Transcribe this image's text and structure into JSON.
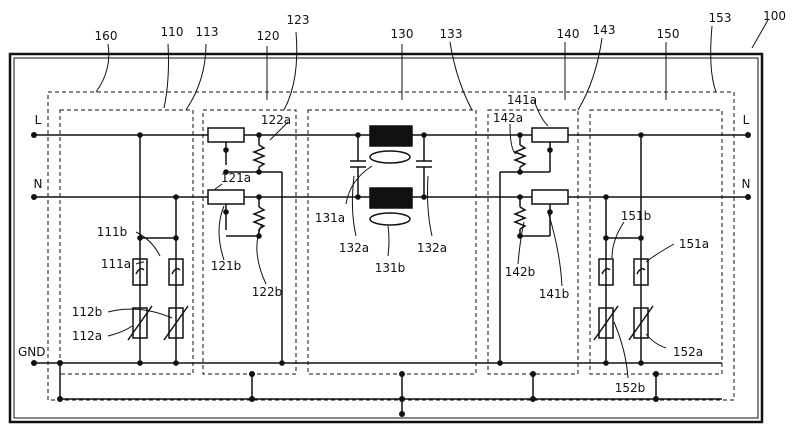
{
  "figure": {
    "ref_main": "100",
    "ref_enclosure": "153",
    "ref_160": "160",
    "ref_110": "110",
    "ref_113": "113",
    "ref_120": "120",
    "ref_123": "123",
    "ref_130": "130",
    "ref_133": "133",
    "ref_140": "140",
    "ref_143": "143",
    "ref_150": "150",
    "line_L_left": "L",
    "line_L_right": "L",
    "line_N_left": "N",
    "line_N_right": "N",
    "line_GND": "GND",
    "ref_111a": "111a",
    "ref_111b": "111b",
    "ref_112a": "112a",
    "ref_112b": "112b",
    "ref_121a": "121a",
    "ref_121b": "121b",
    "ref_122a": "122a",
    "ref_122b": "122b",
    "ref_131a": "131a",
    "ref_131b": "131b",
    "ref_132a_left": "132a",
    "ref_132a_right": "132a",
    "ref_141a": "141a",
    "ref_141b": "141b",
    "ref_142a": "142a",
    "ref_142b": "142b",
    "ref_151a": "151a",
    "ref_151b": "151b",
    "ref_152a": "152a",
    "ref_152b": "152b"
  }
}
